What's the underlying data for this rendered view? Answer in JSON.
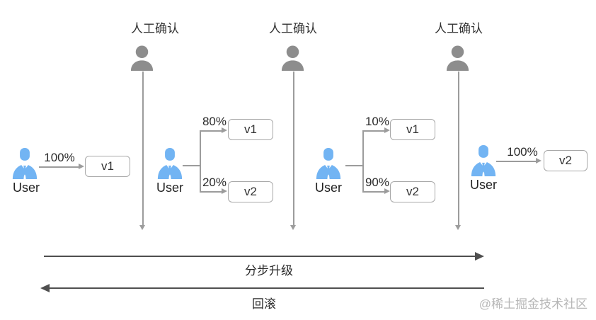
{
  "confirm_points": [
    "人工确认",
    "人工确认",
    "人工确认"
  ],
  "user_label": "User",
  "stages": [
    {
      "branches": [
        {
          "percent": "100%",
          "version": "v1"
        }
      ]
    },
    {
      "branches": [
        {
          "percent": "80%",
          "version": "v1"
        },
        {
          "percent": "20%",
          "version": "v2"
        }
      ]
    },
    {
      "branches": [
        {
          "percent": "10%",
          "version": "v1"
        },
        {
          "percent": "90%",
          "version": "v2"
        }
      ]
    },
    {
      "branches": [
        {
          "percent": "100%",
          "version": "v2"
        }
      ]
    }
  ],
  "axes": {
    "upgrade_label": "分步升级",
    "rollback_label": "回滚"
  },
  "watermark": "@稀土掘金技术社区",
  "colors": {
    "user_icon": "#72b4f3",
    "reviewer_icon": "#8d8d8d",
    "thin_line": "#9c9c9c",
    "axis_arrow": "#4f4f4f",
    "box_border": "#a8a8a8",
    "text": "#2b2b2b",
    "watermark": "#b6b6b6"
  }
}
